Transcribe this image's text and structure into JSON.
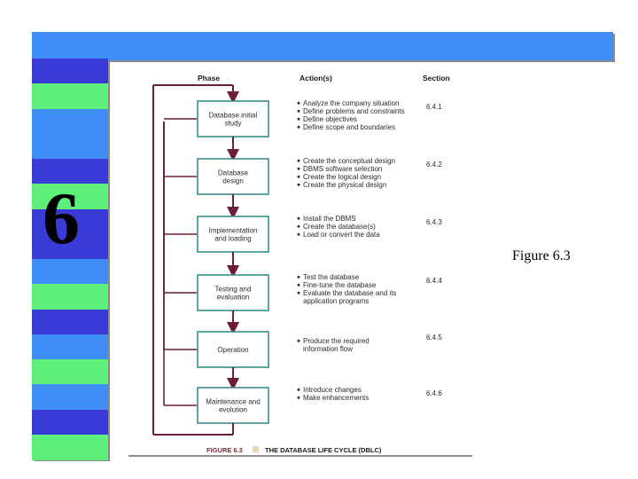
{
  "slide": {
    "number": "6",
    "figure_label": "Figure 6.3",
    "colors": {
      "blue": "#3f8ef7",
      "navy": "#3a3ad6",
      "green": "#5cf07a",
      "arrow": "#6b1f35",
      "box_border": "#3a8a8c"
    }
  },
  "stripe_pattern": [
    "navy",
    "green",
    "blue",
    "blue",
    "navy",
    "green",
    "navy",
    "navy",
    "blue",
    "green",
    "navy",
    "blue",
    "green",
    "blue",
    "navy",
    "green"
  ],
  "diagram": {
    "headers": {
      "phase": "Phase",
      "actions": "Action(s)",
      "section": "Section"
    },
    "phases": [
      {
        "lines": [
          "Database initial",
          "study"
        ],
        "actions": [
          "Analyze the company situation",
          "Define problems and constraints",
          "Define objectives",
          "Define scope and boundaries"
        ],
        "section": "6.4.1"
      },
      {
        "lines": [
          "Database",
          "design"
        ],
        "actions": [
          "Create the conceptual design",
          "DBMS software selection",
          "Create the logical design",
          "Create the physical design"
        ],
        "section": "6.4.2"
      },
      {
        "lines": [
          "Implementation",
          "and loading"
        ],
        "actions": [
          "Install the DBMS",
          "Create the database(s)",
          "Load or convert the data"
        ],
        "section": "6.4.3"
      },
      {
        "lines": [
          "Testing and",
          "evaluation"
        ],
        "actions": [
          "Test the database",
          "Fine-tune the database",
          "Evaluate the database and its",
          "application programs"
        ],
        "section": "6.4.4"
      },
      {
        "lines": [
          "Operation"
        ],
        "actions": [
          "Produce the required",
          "information flow"
        ],
        "section": "6.4.5"
      },
      {
        "lines": [
          "Maintenance and",
          "evolution"
        ],
        "actions": [
          "Introduce changes",
          "Make enhancements"
        ],
        "section": "6.4.6"
      }
    ],
    "caption": {
      "figure": "FIGURE 6.3",
      "title": "THE DATABASE LIFE CYCLE (DBLC)"
    }
  }
}
